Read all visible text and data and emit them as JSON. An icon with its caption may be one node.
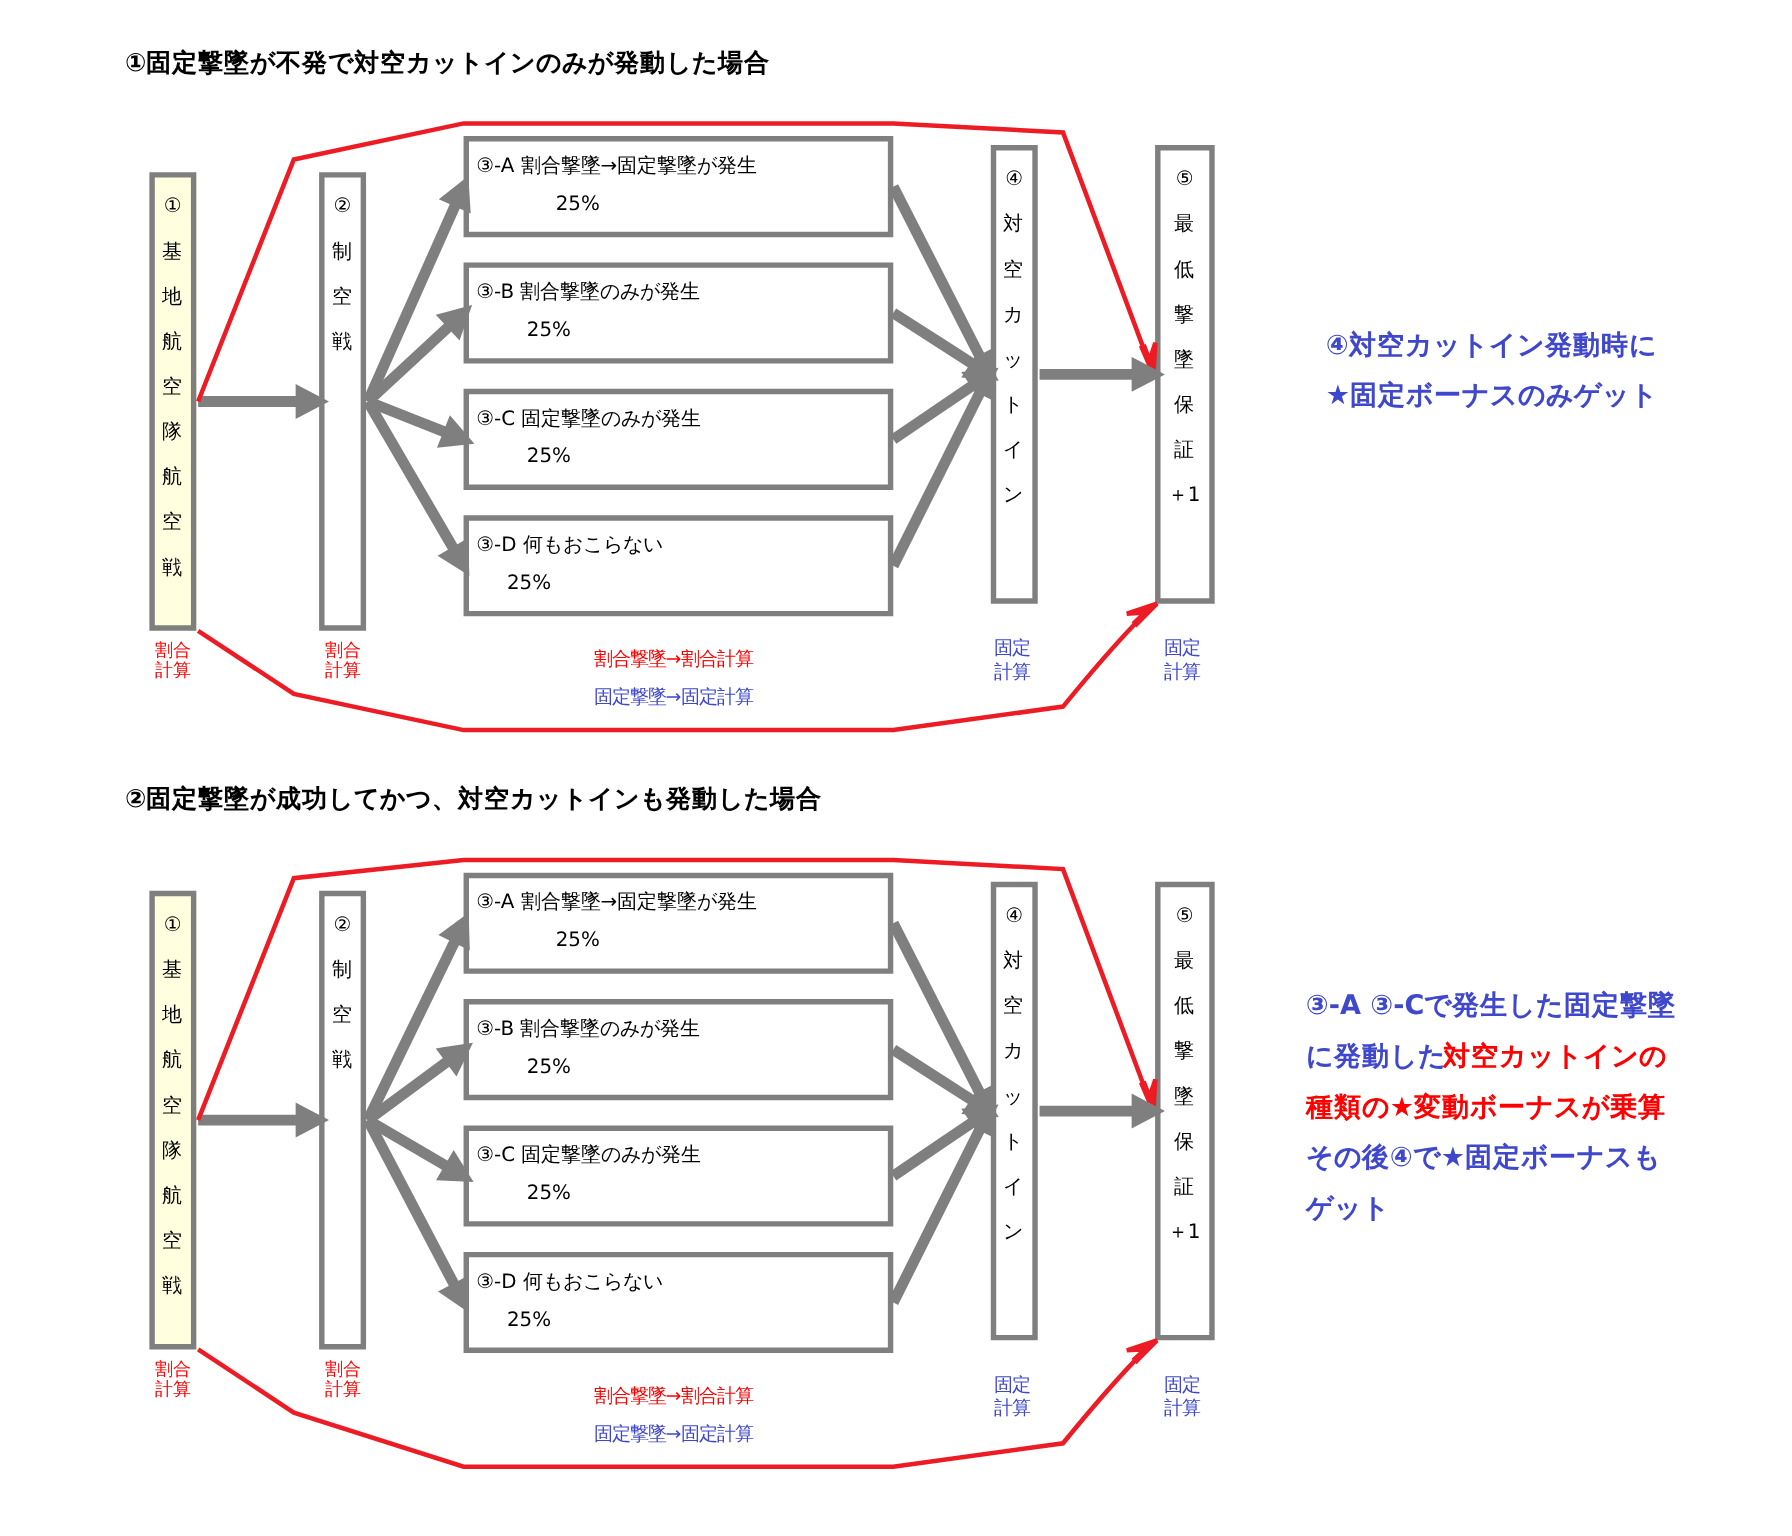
{
  "diagram": {
    "nodes": [
      {
        "text": [
          "①",
          "基地航空隊航空戦"
        ],
        "beside": [
          "割合計算"
        ]
      },
      {
        "text": [
          "②",
          "制空戦"
        ],
        "beside": [
          "割合計算"
        ]
      },
      {
        "text": [
          "③-A 割合撃墜→固定撃墜が発生",
          "25%"
        ]
      },
      {
        "text": [
          "③-B 割合撃墜のみが発生",
          "25%"
        ]
      },
      {
        "text": [
          "③-C 固定撃墜のみが発生",
          "25%"
        ]
      },
      {
        "text": [
          "③-D 何もおこらない",
          "25%"
        ]
      },
      {
        "text": [
          "④",
          "対空カットイン"
        ]
      },
      {
        "text": [
          "⑤",
          "最低撃墜保証",
          "＋1"
        ]
      },
      {
        "text": [
          "①",
          "基地航空隊航空戦"
        ],
        "beside": [
          "割合計算"
        ]
      },
      {
        "text": [
          "②",
          "制空戦"
        ],
        "beside": [
          "割合計算"
        ]
      },
      {
        "text": [
          "③-A 割合撃墜→固定撃墜が発生",
          "25%"
        ]
      },
      {
        "text": [
          "③-B 割合撃墜のみが発生",
          "25%"
        ]
      },
      {
        "text": [
          "③-C 固定撃墜のみが発生",
          "25%"
        ]
      },
      {
        "text": [
          "③-D 何もおこらない",
          "25%"
        ]
      },
      {
        "text": [
          "④",
          "対空カットイン"
        ]
      },
      {
        "text": [
          "⑤",
          "最低撃墜保証",
          "＋1"
        ]
      }
    ],
    "edges": [
      {
        "from": 0,
        "to": 7,
        "arrow": "to",
        "color": "#ed1c24"
      },
      {
        "from": 0,
        "to": 7,
        "arrow": "to",
        "color": "#ed1c24"
      },
      {
        "from": 0,
        "to": 1,
        "arrow": "to"
      },
      {
        "from": 1,
        "to": 2,
        "arrow": "to"
      },
      {
        "from": 1,
        "to": 3,
        "arrow": "to"
      },
      {
        "from": 1,
        "to": 4,
        "arrow": "to"
      },
      {
        "from": 1,
        "to": 5,
        "arrow": "to"
      },
      {
        "from": 2,
        "to": 6,
        "arrow": "to"
      },
      {
        "from": 3,
        "to": 6,
        "arrow": "to"
      },
      {
        "from": 4,
        "to": 6,
        "arrow": "to"
      },
      {
        "from": 5,
        "to": 6,
        "arrow": "to"
      },
      {
        "from": 6,
        "to": 7,
        "arrow": "to"
      },
      {
        "from": 8,
        "to": 15,
        "arrow": "to",
        "color": "#ed1c24"
      },
      {
        "from": 8,
        "to": 15,
        "arrow": "to",
        "color": "#ed1c24"
      },
      {
        "from": 8,
        "to": 9,
        "arrow": "to"
      },
      {
        "from": 9,
        "to": 10,
        "arrow": "to"
      },
      {
        "from": 9,
        "to": 11,
        "arrow": "to"
      },
      {
        "from": 9,
        "to": 12,
        "arrow": "to"
      },
      {
        "from": 9,
        "to": 13,
        "arrow": "to"
      },
      {
        "from": 10,
        "to": 14,
        "arrow": "to"
      },
      {
        "from": 11,
        "to": 14,
        "arrow": "to"
      },
      {
        "from": 12,
        "to": 14,
        "arrow": "to"
      },
      {
        "from": 13,
        "to": 14,
        "arrow": "to"
      },
      {
        "from": 14,
        "to": 15,
        "arrow": "to"
      }
    ],
    "labels": [
      "①固定撃墜が不発で対空カットインのみが発動した場合",
      "④対空カットイン発動時に★固定ボーナスのみゲット",
      "割合撃墜→割合計算",
      "固定計算",
      "固定計算",
      "固定撃墜→固定計算",
      "②固定撃墜が成功してかつ、対空カットインも発動した場合",
      "③-A ③-Cで発生した固定撃墜に発動した",
      "対空カットインの種類の★変動ボーナスが乗算",
      "その後④で★固定ボーナスもゲット",
      "割合撃墜→割合計算",
      "固定計算",
      "固定計算",
      "固定撃墜→固定計算"
    ]
  }
}
